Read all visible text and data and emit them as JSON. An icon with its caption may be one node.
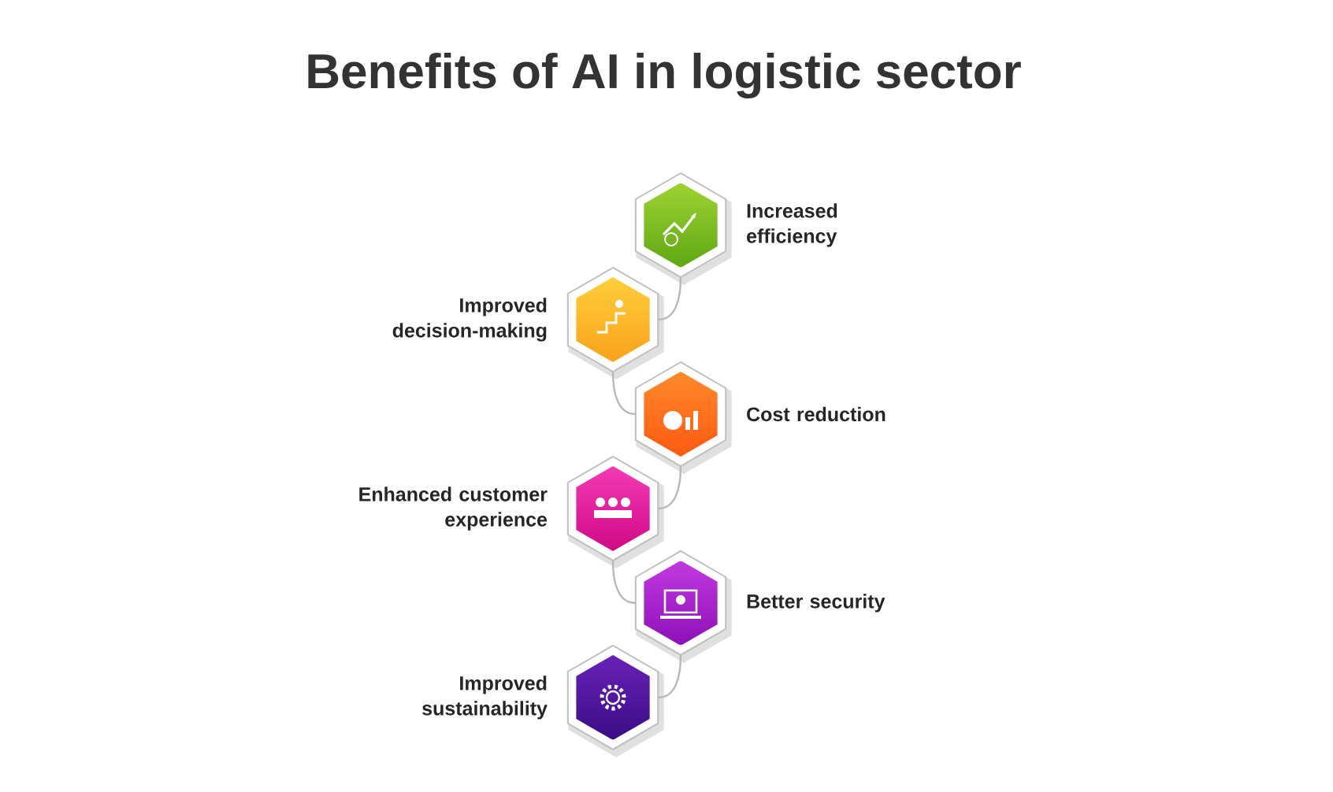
{
  "diagram": {
    "title": "Benefits of AI in logistic sector",
    "nodes": [
      {
        "text": [
          "Increased efficiency"
        ]
      },
      {
        "text": [
          "Improved decision-making"
        ]
      },
      {
        "text": [
          "Cost reduction"
        ]
      },
      {
        "text": [
          "Enhanced customer experience"
        ]
      },
      {
        "text": [
          "Better security"
        ]
      },
      {
        "text": [
          "Improved sustainability"
        ]
      }
    ],
    "edges": [
      {
        "from": 0,
        "to": 1,
        "arrow": "none"
      },
      {
        "from": 1,
        "to": 2,
        "arrow": "none"
      },
      {
        "from": 2,
        "to": 3,
        "arrow": "none"
      },
      {
        "from": 3,
        "to": 4,
        "arrow": "none"
      },
      {
        "from": 4,
        "to": 5,
        "arrow": "none"
      }
    ]
  }
}
